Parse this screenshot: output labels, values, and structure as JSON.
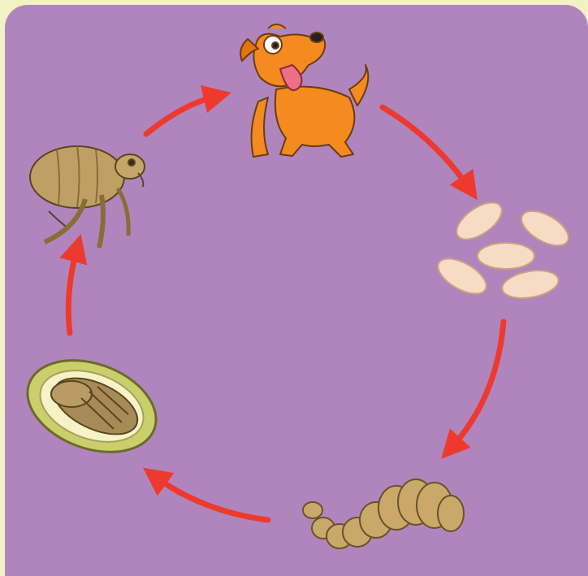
{
  "diagram": {
    "kind": "life-cycle",
    "colors": {
      "frame": "#f3f2c2",
      "panel": "#b085bd",
      "arrow": "#ee3a2e"
    },
    "stages": [
      {
        "id": "host",
        "icon": "dog-icon"
      },
      {
        "id": "eggs",
        "icon": "flea-eggs-icon"
      },
      {
        "id": "larva",
        "icon": "flea-larva-icon"
      },
      {
        "id": "pupa",
        "icon": "flea-pupa-cocoon-icon"
      },
      {
        "id": "adult",
        "icon": "adult-flea-icon"
      }
    ],
    "arrows": [
      {
        "from": "host",
        "to": "eggs"
      },
      {
        "from": "eggs",
        "to": "larva"
      },
      {
        "from": "larva",
        "to": "pupa"
      },
      {
        "from": "pupa",
        "to": "adult"
      },
      {
        "from": "adult",
        "to": "host"
      }
    ]
  }
}
